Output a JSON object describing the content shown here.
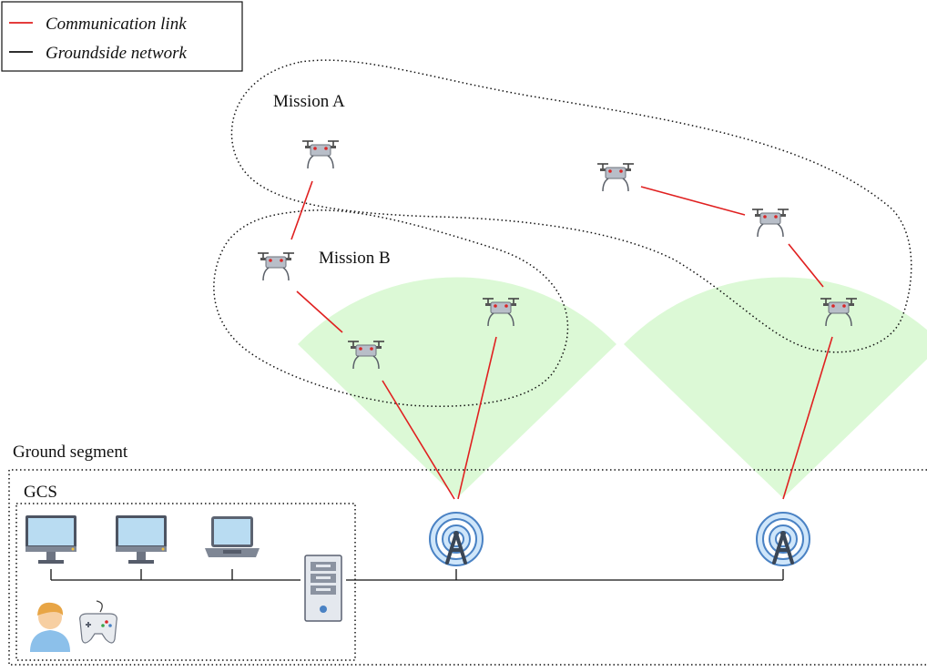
{
  "legend": {
    "items": [
      {
        "label": "Communication link",
        "color": "#e02020"
      },
      {
        "label": "Groundside network",
        "color": "#111111"
      }
    ]
  },
  "labels": {
    "mission_a": "Mission A",
    "mission_b": "Mission B",
    "ground_segment": "Ground segment",
    "gcs": "GCS"
  },
  "colors": {
    "coverage": "#dcf9d6",
    "link": "#e02020",
    "network": "#111111",
    "screen": "#b9dcf2",
    "drone_body": "#b8bec8",
    "antenna": "#3f6fa8"
  },
  "icons": {
    "drone": "drone-icon",
    "antenna": "antenna-tower-icon",
    "monitor": "desktop-monitor-icon",
    "laptop": "laptop-icon",
    "server": "server-tower-icon",
    "operator": "user-avatar-icon",
    "controller": "gamepad-icon"
  }
}
